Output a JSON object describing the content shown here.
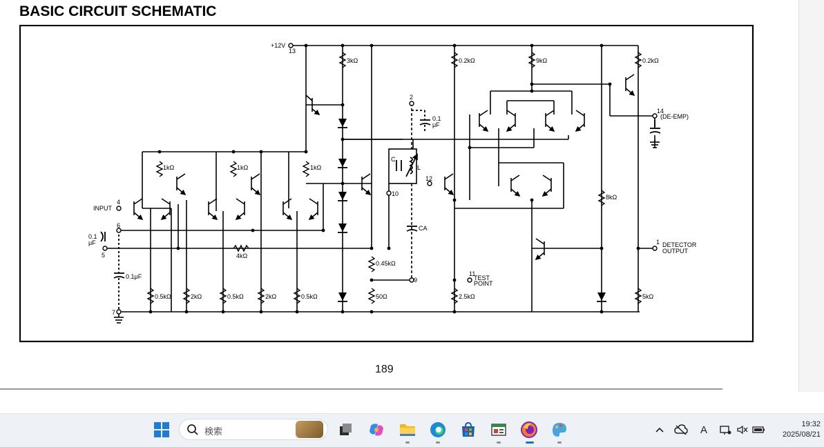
{
  "document": {
    "title": "BASIC CIRCUIT SCHEMATIC",
    "page_number": "189"
  },
  "schematic": {
    "supply": "+12V",
    "pins": {
      "p13": "13",
      "p2": "2",
      "p14": "14",
      "p12": "12",
      "p4": "4",
      "p6": "6",
      "p5": "5",
      "p7": "7",
      "p10": "10",
      "p9": "9",
      "p11": "11",
      "p1": "1"
    },
    "labels": {
      "input": "INPUT",
      "de_emp": "(DE-EMP)",
      "detector_output_1": "DETECTOR",
      "detector_output_2": "OUTPUT",
      "test_point_1": "TEST",
      "test_point_2": "POINT",
      "cap_c": "C",
      "ind_l": "L",
      "cap_ca": "CA",
      "cap_01_a": "0.1",
      "cap_01_b": "μF",
      "cap_01_c": "0.1",
      "cap_01_d": "μF",
      "cap_01_e": "0.1μF"
    },
    "resistors": {
      "r_3k": "3kΩ",
      "r_02k_a": "0.2kΩ",
      "r_9k": "9kΩ",
      "r_02k_b": "0.2kΩ",
      "r_1k_a": "1kΩ",
      "r_1k_b": "1kΩ",
      "r_1k_c": "1kΩ",
      "r_4k": "4kΩ",
      "r_8k": "8kΩ",
      "r_045k": "0.45kΩ",
      "r_05k_a": "0.5kΩ",
      "r_2k_a": "2kΩ",
      "r_05k_b": "0.5kΩ",
      "r_2k_b": "2kΩ",
      "r_05k_c": "0.5kΩ",
      "r_50": "50Ω",
      "r_25k": "2.5kΩ",
      "r_5k": "5kΩ"
    }
  },
  "taskbar": {
    "search_placeholder": "検索",
    "apps": [
      "windows-start-icon",
      "task-view-icon",
      "copilot-icon",
      "file-explorer-icon",
      "edge-icon",
      "store-icon",
      "app-icon",
      "firefox-icon",
      "paint-icon"
    ],
    "tray": {
      "chevron": "^",
      "ime": "A"
    },
    "clock_time": "19:32",
    "clock_date": "2025/08/21"
  }
}
